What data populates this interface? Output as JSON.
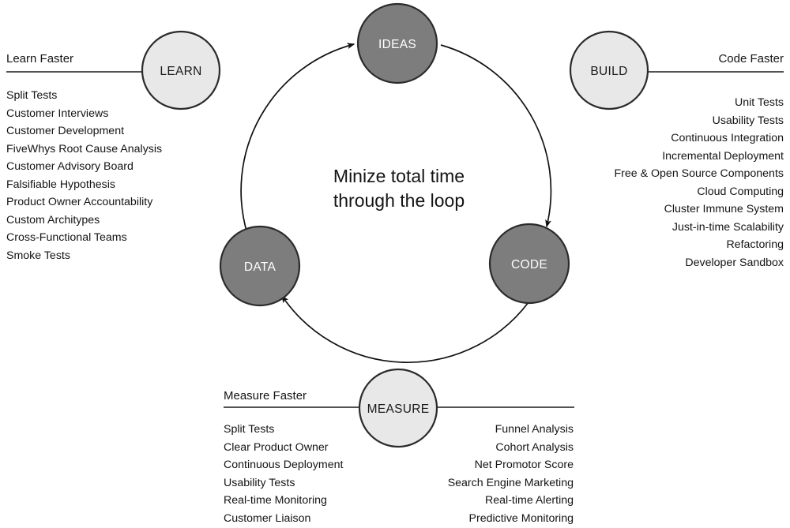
{
  "diagram": {
    "center_text_line1": "Minize total time",
    "center_text_line2": "through the loop",
    "nodes": {
      "ideas": "IDEAS",
      "code": "CODE",
      "data": "DATA",
      "learn": "LEARN",
      "build": "BUILD",
      "measure": "MEASURE"
    },
    "colors": {
      "loop_node_fill": "#7d7d7d",
      "loop_node_stroke": "#2b2b2b",
      "side_node_fill": "#e8e8e8",
      "side_node_stroke": "#2b2b2b",
      "line": "#1a1a1a",
      "text": "#141414",
      "background": "#ffffff"
    }
  },
  "learn_section": {
    "heading": "Learn Faster",
    "items": [
      "Split Tests",
      "Customer Interviews",
      "Customer Development",
      "FiveWhys Root Cause Analysis",
      "Customer Advisory Board",
      "Falsifiable Hypothesis",
      "Product Owner Accountability",
      "Custom Architypes",
      "Cross-Functional Teams",
      "Smoke Tests"
    ]
  },
  "code_section": {
    "heading": "Code Faster",
    "items": [
      "Unit Tests",
      "Usability Tests",
      "Continuous Integration",
      "Incremental Deployment",
      "Free & Open Source Components",
      "Cloud Computing",
      "Cluster Immune System",
      "Just-in-time Scalability",
      "Refactoring",
      "Developer Sandbox"
    ]
  },
  "measure_section": {
    "heading": "Measure Faster",
    "items_left": [
      "Split Tests",
      "Clear Product Owner",
      "Continuous Deployment",
      "Usability Tests",
      "Real-time Monitoring",
      "Customer Liaison"
    ],
    "items_right": [
      "Funnel Analysis",
      "Cohort Analysis",
      "Net Promotor Score",
      "Search Engine Marketing",
      "Real-time Alerting",
      "Predictive Monitoring"
    ]
  }
}
